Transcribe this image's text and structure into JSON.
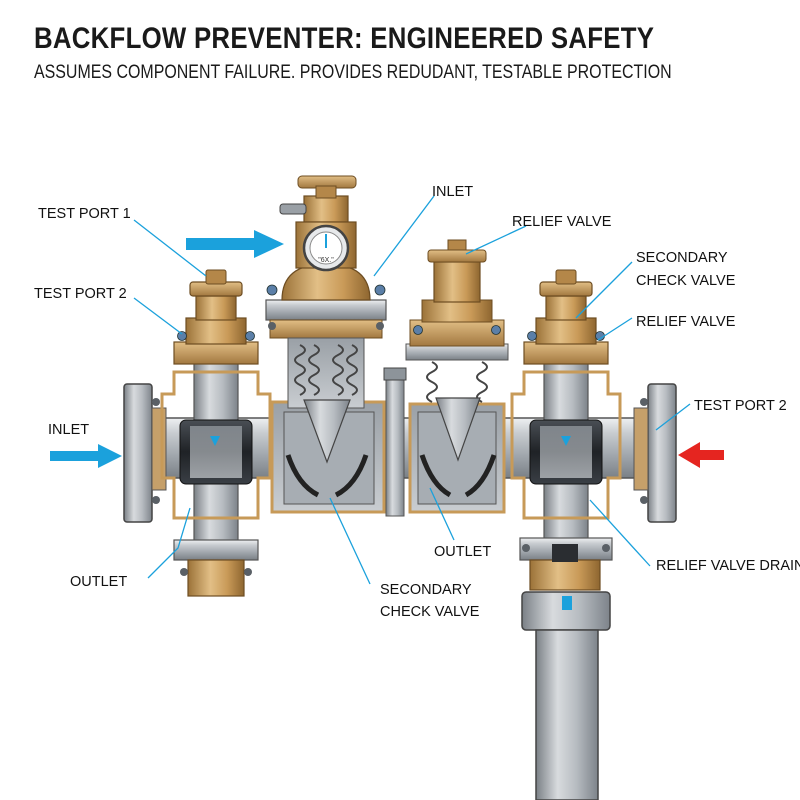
{
  "title": "BACKFLOW PREVENTER: ENGINEERED SAFETY",
  "subtitle": "ASSUMES COMPONENT FAILURE. PROVIDES REDUDANT, TESTABLE PROTECTION",
  "gauge_text": "\"6X.\"",
  "labels": {
    "test_port_1": "TEST PORT 1",
    "test_port_2_left": "TEST PORT 2",
    "inlet_left": "INLET",
    "outlet_left": "OUTLET",
    "inlet_top": "INLET",
    "relief_valve_top": "RELIEF VALVE",
    "secondary_check_top_line1": "SECONDARY",
    "secondary_check_top_line2": "CHECK VALVE",
    "relief_valve_right": "RELIEF VALVE",
    "test_port_2_right": "TEST PORT 2",
    "outlet_middle": "OUTLET",
    "secondary_check_bottom_line1": "SECONDARY",
    "secondary_check_bottom_line2": "CHECK VALVE",
    "relief_valve_drain": "RELIEF VALVE DRAIN"
  },
  "colors": {
    "leader_line": "#1ba1dc",
    "flow_in": "#1ba1dc",
    "flow_back": "#e52520",
    "brass": "#c79a58",
    "steel": "#b9bec4",
    "seal": "#2a2d31"
  }
}
